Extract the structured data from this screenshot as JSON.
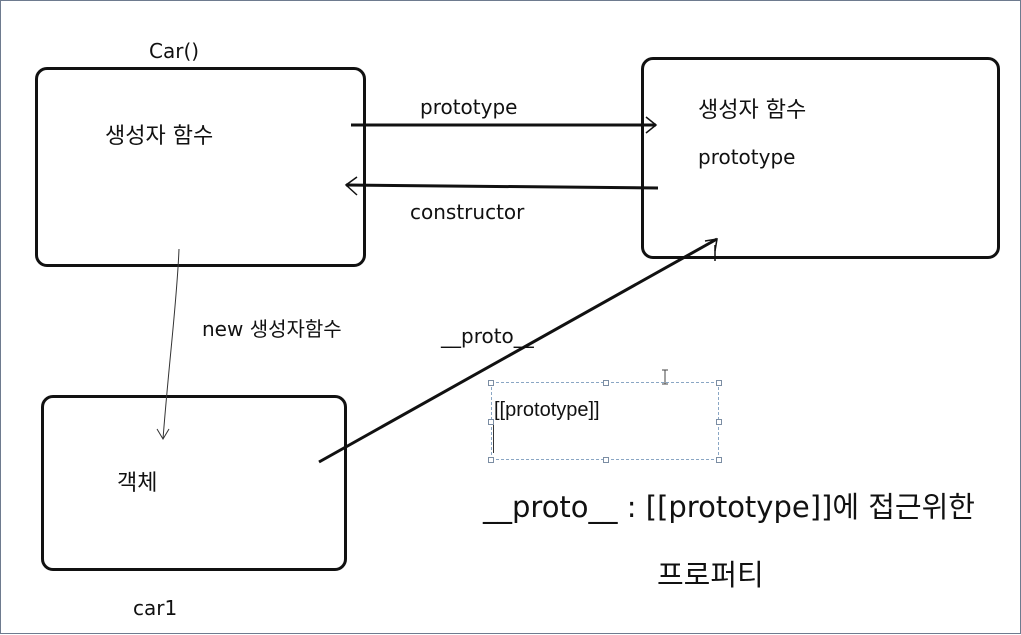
{
  "constructor_box": {
    "caption": "Car()",
    "text": "생성자 함수"
  },
  "prototype_box": {
    "title": "생성자 함수",
    "subtitle": "prototype"
  },
  "object_box": {
    "text": "객체",
    "caption": "car1"
  },
  "arrows": {
    "prototype_label": "prototype",
    "constructor_label": "constructor",
    "new_label": "new 생성자함수",
    "proto_label": "__proto__"
  },
  "text_frame": {
    "value": "[[prototype]]"
  },
  "note": {
    "line1": "__proto__ : [[prototype]]에 접근위한",
    "line2": "프로퍼티"
  }
}
